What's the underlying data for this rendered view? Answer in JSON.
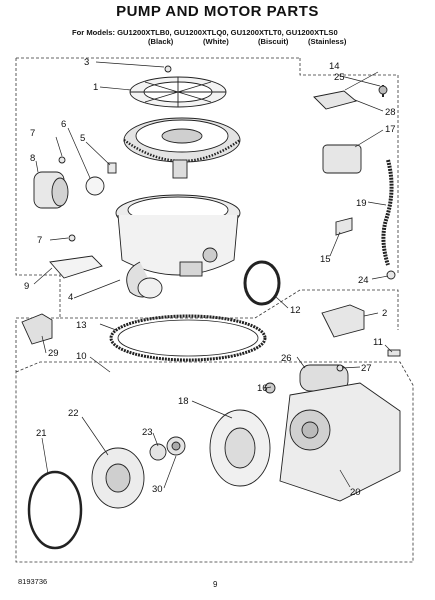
{
  "header": {
    "title": "PUMP AND MOTOR PARTS",
    "models": "For Models: GU1200XTLB0, GU1200XTLQ0, GU1200XTLT0, GU1200XTLS0",
    "colors": [
      "(Black)",
      "(White)",
      "(Biscuit)",
      "(Stainless)"
    ]
  },
  "parts": [
    "1",
    "2",
    "3",
    "4",
    "5",
    "6",
    "7",
    "7",
    "8",
    "9",
    "10",
    "11",
    "12",
    "13",
    "14",
    "15",
    "16",
    "17",
    "18",
    "19",
    "20",
    "21",
    "22",
    "23",
    "24",
    "25",
    "26",
    "27",
    "28",
    "29",
    "30"
  ],
  "footer": {
    "doc_number": "8193736",
    "page": "9"
  }
}
